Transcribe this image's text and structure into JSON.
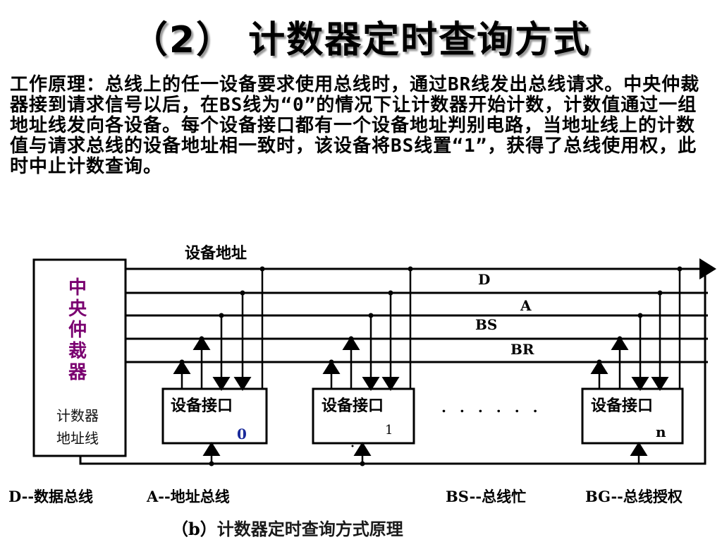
{
  "title": "（2） 计数器定时查询方式",
  "paragraph": "工作原理：总线上的任一设备要求使用总线时，通过BR线发出总线请求。中央仲裁器接到请求信号以后，在BS线为“0”的情况下让计数器开始计数，计数值通过一组地址线发向各设备。每个设备接口都有一个设备地址判别电路，当地址线上的计数值与请求总线的设备地址相一致时，该设备将BS线置“1”，获得了总线使用权，此时中止计数查询。",
  "diagram": {
    "device_address_label": "设备地址",
    "arbiter_chars": [
      "中",
      "央",
      "仲",
      "裁",
      "器"
    ],
    "counter_label_1": "计数器",
    "counter_label_2": "地址线",
    "lines": {
      "d": "D",
      "a": "A",
      "bs": "BS",
      "br": "BR"
    },
    "interfaces": [
      {
        "label": "设备接口",
        "number": "0"
      },
      {
        "label": "设备接口",
        "number": "1"
      },
      {
        "label": "设备接口",
        "number": "n"
      }
    ],
    "ellipsis": ". . . . . .",
    "colors": {
      "arbiter_text": "#7a0070",
      "counter_text": "#111111",
      "number_0": "#1a2a9a"
    }
  },
  "legend": {
    "d": "D--数据总线",
    "a": "A--地址总线",
    "bs": "BS--总线忙",
    "bg": "BG--总线授权"
  },
  "caption": {
    "prefix": "（b）",
    "main": "计数器定时查询方式原理"
  }
}
